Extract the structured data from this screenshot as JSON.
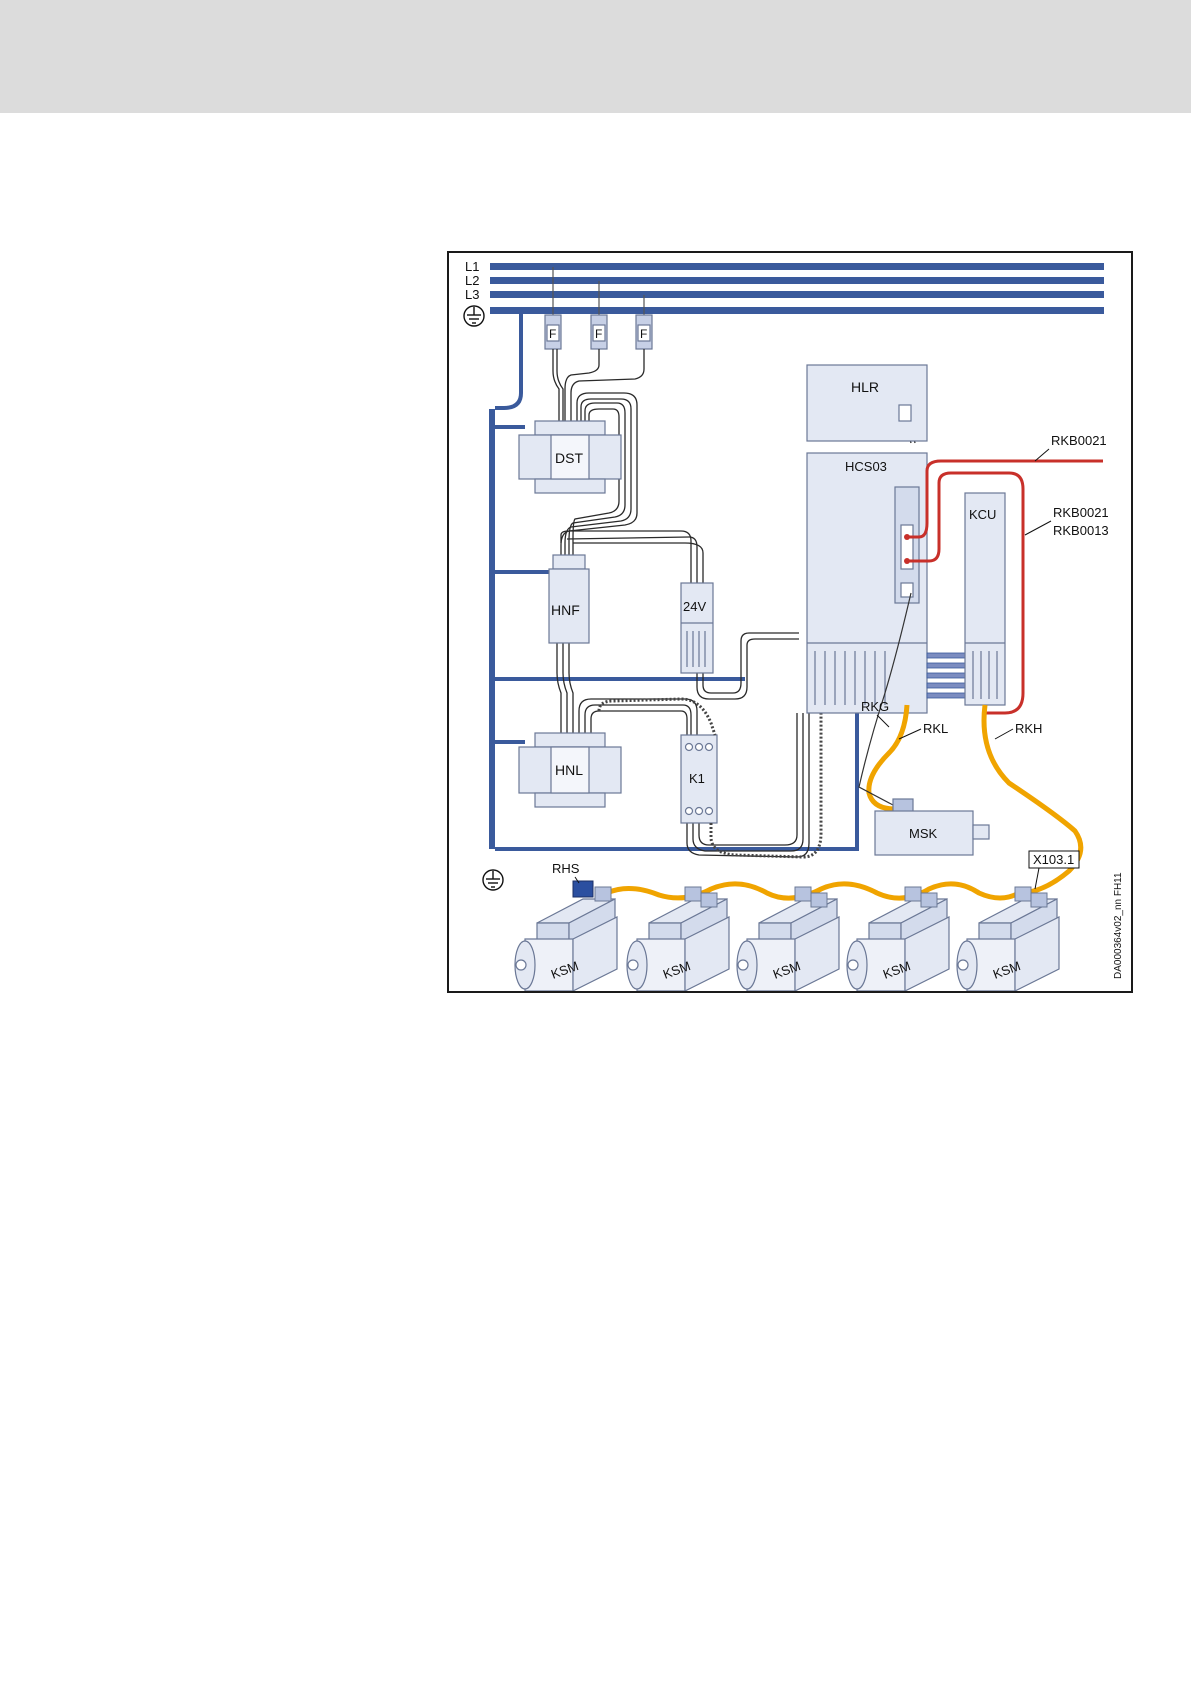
{
  "colors": {
    "header_bg": "#dcdcdc",
    "bus_blue": "#3a5a9c",
    "component_fill": "#e3e8f3",
    "component_stroke": "#6b7896",
    "cable_orange": "#f0a400",
    "cable_red": "#c8302a",
    "connector_blue": "#2b4fa0"
  },
  "diagram": {
    "bus_labels": [
      "L1",
      "L2",
      "L3"
    ],
    "fuse_label": "F",
    "components": {
      "dst": "DST",
      "hnf": "HNF",
      "hnl": "HNL",
      "power_supply": "24V",
      "contactor": "K1",
      "hlr": "HLR",
      "hcs": "HCS03",
      "kcu": "KCU",
      "msk": "MSK",
      "ksm": "KSM"
    },
    "cables": {
      "rkb_top": "RKB0021",
      "rkb_mid_1": "RKB0021",
      "rkb_mid_2": "RKB0013",
      "rkg": "RKG",
      "rkl": "RKL",
      "rkh": "RKH",
      "rhs": "RHS",
      "x103": "X103.1"
    },
    "figure_id": "DA000364v02_nn FH11",
    "icons": [
      "ground-icon",
      "fuse-icon",
      "motor-icon"
    ]
  }
}
